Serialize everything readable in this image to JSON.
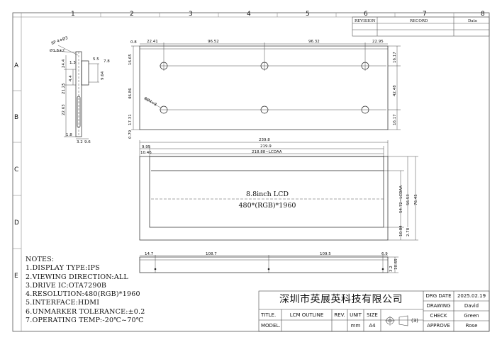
{
  "grid": {
    "cols": [
      "1",
      "2",
      "3",
      "4",
      "5",
      "6",
      "7",
      "8"
    ],
    "rows": [
      "A",
      "B",
      "C",
      "D",
      "E"
    ]
  },
  "revision_table": {
    "revision": "REVISION",
    "record": "RECORD",
    "date": "Date"
  },
  "notes": {
    "heading": "NOTES:",
    "items": [
      "1.DISPLAY TYPE:IPS",
      "2.VIEWING DIRECTION:ALL",
      "3.DRIVE IC:OTA7290B",
      "4.RESOLUTION:480(RGB)*1960",
      "5.INTERFACE:HDMI",
      "6.UNMARKER TOLERANCE:±0.2",
      "7.OPERATING TEMP:-20℃~70℃"
    ]
  },
  "side_view_dims": {
    "hole": "8P 4∗Ø3",
    "d16": "Ø1.6∗2",
    "d55": "5.5",
    "d78": "7.8",
    "d13": "1.3",
    "d244": "24.4",
    "d964": "9.64",
    "d44": "4.4",
    "d2125": "21.25",
    "d2263": "22.63",
    "d18": "1.8",
    "d396": "3.2",
    "d96": "9.6"
  },
  "top_view_dims": {
    "d08": "0.8",
    "d2241": "22.41",
    "d9652": "96.52",
    "d9632": "96.32",
    "d2295": "22.95",
    "d1665": "16.65",
    "d4686": "46.86",
    "d1731": "17.31",
    "d079": "0.79",
    "d1617a": "16.17",
    "d4248": "42.48",
    "d1617b": "16.17",
    "hole_label": "8Ø4×8"
  },
  "front_view": {
    "d2398": "239.8",
    "d995": "9.95",
    "d2199": "219.9",
    "d1046": "10.46",
    "d21888": "218.88~LCDAA",
    "title": "8.8inch LCD",
    "resolution": "480*(RGB)*1960",
    "d5472": "54.72~LCDAA",
    "d5653": "56.53",
    "d7645": "76.45",
    "d1084": "10.84",
    "d278": "2.78"
  },
  "bottom_view": {
    "d147": "14.7",
    "d1087": "108.7",
    "d1095": "109.5",
    "d69": "6.9",
    "d32": "3.2",
    "d1065": "10.65"
  },
  "title_block": {
    "company": "深圳市英展英科技有限公司",
    "title_label": "TITLE.",
    "title_value": "LCM OUTLINE",
    "rev_label": "REV.",
    "unit_label": "UNIT",
    "unit_value": "mm",
    "size_label": "SIZE",
    "size_value": "A4",
    "model_label": "MODEL.",
    "projection": "(3)",
    "drg_date_label": "DRG DATE",
    "drg_date_value": "2025.02.19",
    "drawing_label": "DRAWING",
    "drawing_value": "David",
    "check_label": "CHECK",
    "check_value": "Green",
    "approve_label": "APPROVE",
    "approve_value": "Rose"
  }
}
